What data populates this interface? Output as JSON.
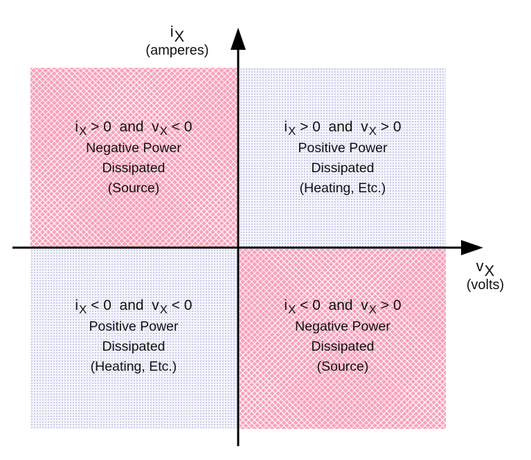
{
  "axes": {
    "y": {
      "var": "i",
      "sub": "X",
      "unit": "(amperes)"
    },
    "x": {
      "var": "v",
      "sub": "X",
      "unit": "(volts)"
    }
  },
  "quadrants": {
    "top_left": {
      "cond": {
        "a_var": "i",
        "a_sub": "X",
        "a_op": " > 0  and  ",
        "b_var": "v",
        "b_sub": "X",
        "b_op": " < 0"
      },
      "lines": [
        "Negative Power",
        "Dissipated",
        "(Source)"
      ]
    },
    "top_right": {
      "cond": {
        "a_var": "i",
        "a_sub": "X",
        "a_op": " > 0  and  ",
        "b_var": "v",
        "b_sub": "X",
        "b_op": " > 0"
      },
      "lines": [
        "Positive Power",
        "Dissipated",
        "(Heating, Etc.)"
      ]
    },
    "bottom_left": {
      "cond": {
        "a_var": "i",
        "a_sub": "X",
        "a_op": " < 0  and  ",
        "b_var": "v",
        "b_sub": "X",
        "b_op": " < 0"
      },
      "lines": [
        "Positive Power",
        "Dissipated",
        "(Heating, Etc.)"
      ]
    },
    "bottom_right": {
      "cond": {
        "a_var": "i",
        "a_sub": "X",
        "a_op": " < 0  and  ",
        "b_var": "v",
        "b_sub": "X",
        "b_op": " > 0"
      },
      "lines": [
        "Negative Power",
        "Dissipated",
        "(Source)"
      ]
    }
  },
  "colors": {
    "negative_power_fill": "#f7a3bc",
    "positive_power_fill": "#f4f5fb",
    "axis": "#000000"
  }
}
